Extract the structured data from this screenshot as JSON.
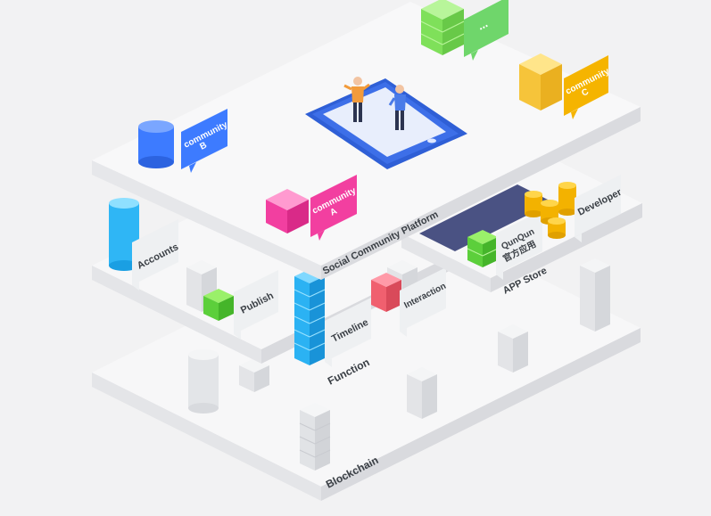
{
  "layers": {
    "social": "Social Community Platform",
    "app_store": "APP Store",
    "function": "Function",
    "blockchain": "Blockchain"
  },
  "communities": {
    "a": {
      "line1": "community",
      "line2": "A",
      "color": "#f23fa0"
    },
    "b": {
      "line1": "community",
      "line2": "B",
      "color": "#3d7bff"
    },
    "c": {
      "line1": "community",
      "line2": "C",
      "color": "#f5b400"
    },
    "more": {
      "text": "...",
      "color": "#6fd66b"
    }
  },
  "tags": {
    "accounts": "Accounts",
    "publish": "Publish",
    "timeline": "Timeline",
    "interaction": "Interaction",
    "qunqun_line1": "QunQun",
    "qunqun_line2": "官方应用",
    "developer": "Developer"
  },
  "colors": {
    "platform_top": "#f7f7f8",
    "platform_side": "#e2e3e6",
    "tablet": "#3d6fe8",
    "app_store_panel": "#4a5283"
  }
}
